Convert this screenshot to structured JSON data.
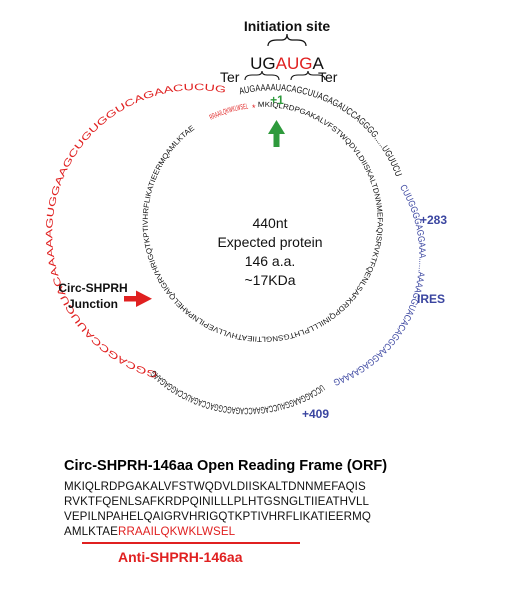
{
  "header": {
    "initiation_site": "Initiation site",
    "codon_before": "UG",
    "codon_start": "AUG",
    "codon_after": "A",
    "ter_left": "Ter",
    "ter_right": "Ter"
  },
  "center": {
    "line1": "440nt",
    "line2": "Expected protein",
    "line3": "146 a.a.",
    "line4": "~17KDa"
  },
  "markers": {
    "plus1": "+1",
    "plus283": "+283",
    "plus409": "+409",
    "ires": "IRES",
    "junction_line1": "Circ-SHPRH",
    "junction_line2": "Junction"
  },
  "outer_ring": {
    "red_segment": "GGCAGCCAUUCUACAAAAAGUGGAAGCUGUGGUCAGAACUCUG",
    "black_segment": "AUGAAAAUACAGCUUAGAGAUCCAGGGG......UGUUCU",
    "blue_segment": "CUUGGGGAGGAAA......AAAAGGUACACAGGCAAGGAGAAAAG",
    "black_bottom": "UCCAGGAAGGAUCCAGAACCAGAGCGGACCAGAUCCAGGAGAAG"
  },
  "inner_ring": {
    "red_peptide": "RRAAILQKWKLWSEL",
    "stop_star": "*",
    "black_peptide": "MKIQLRDPGAKALVFSTWQDVLDIISKALTDNNMEFAQISRVKTFQENLSAFKRDPQINILLLPLHTGSNGLTIIEATHVLLVEPILNPAHELQAIGRVHRIGQTKPTIVHRFLIKATIEERMQAMLKTAE"
  },
  "orf": {
    "title": "Circ-SHPRH-146aa  Open Reading Frame (ORF)",
    "line1": "MKIQLRDPGAKALVFSTWQDVLDIISKALTDNNMEFAQIS",
    "line2": "RVKTFQENLSAFKRDPQINILLLPLHTGSNGLTIIEATHVLL",
    "line3": "VEPILNPAHELQAIGRVHRIGQTKPTIVHRFLIKATIEERMQ",
    "line4_black": "AMLKTAE",
    "line4_red": "RRAAILQKWKLWSEL",
    "anti_label": "Anti-SHPRH-146aa"
  },
  "colors": {
    "red": "#e02020",
    "blue": "#3a45a0",
    "green": "#2e9a3c",
    "black": "#111111"
  }
}
